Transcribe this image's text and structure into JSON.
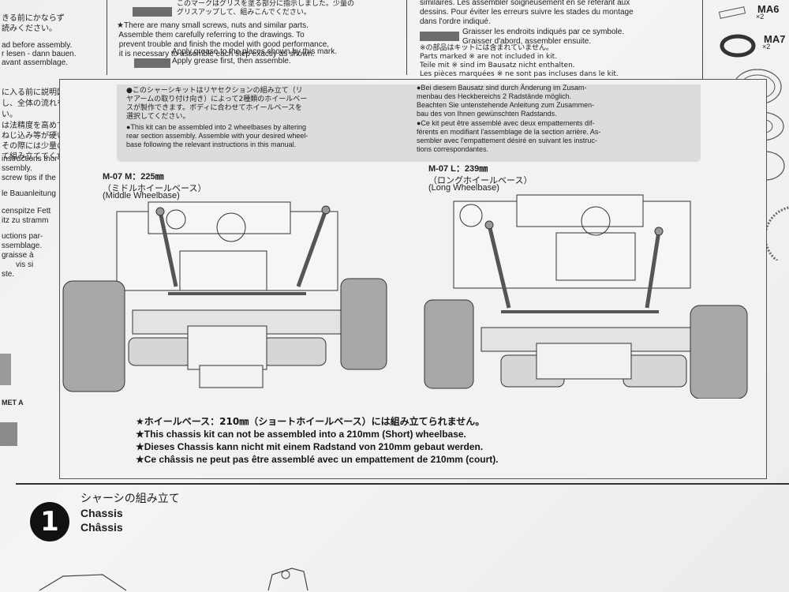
{
  "top_left_fragments": [
    "きる前にかならず",
    "読みください。",
    "ad before assembly.",
    "r lesen - dann bauen.",
    "avant assemblage."
  ],
  "top_mid": {
    "jp_grease": "このマークはグリスを塗る部分に指示しました。少量の\nグリスアップして、組みこんでください。",
    "en_text": "★There are many small screws, nuts and similar parts.\n Assemble them carefully referring to the drawings. To\n prevent trouble and finish the model with good performance,\n it is necessary to assemble each step exactly as shown.",
    "grease_en": "Apply grease to the places shown by this mark.",
    "grease_de": "Apply grease first, then assemble."
  },
  "top_right": {
    "fr_text": "similaires. Les assembler soigneusement en se référant aux\ndessins. Pour éviter les erreurs suivre les stades du montage\ndans l'ordre indiqué.",
    "grease_fr1": "Graisser les endroits indiqués par ce symbole.",
    "grease_fr2": "Graisser d'abord, assembler ensuite.",
    "not_included": "※の部品はキットには含まれていません。\nParts marked ※ are not included in kit.\nTeile mit ※ sind im Bausatz nicht enthalten.\nLes pièces marquées ※ ne sont pas incluses dans le kit."
  },
  "far_right": {
    "part_ma6": "MA6",
    "qty_1": "×2",
    "part_ma7": "MA7",
    "qty_2": "×2"
  },
  "left_column": [
    "に入る前に説明図を",
    "し、全体の流れを",
    "い。",
    "は法精度を高めて",
    "ねじ込み等が硬い場",
    "その際には少量の",
    "て組み立ててくださ",
    "instructions thor-",
    "ssembly.",
    "screw tips if the",
    "le Bauanleitung",
    "censpitze Fett",
    "itz zu stramm",
    "uctions par-",
    "ssemblage.",
    "graisse à",
    "vis si",
    "ste."
  ],
  "left_label": "MET A",
  "banner": {
    "jp": "●このシャーシキットはリヤセクションの組み立て（リ\nヤアームの取り付け向き）によって2種類のホイールベー\nスが製作できます。ボディに合わせてホイールベースを\n選択してください。",
    "en": "●This kit can be assembled into 2 wheelbases by altering\nrear section assembly. Assemble with your desired wheel-\nbase following the relevant instructions in this manual.",
    "de": "●Bei diesem Bausatz sind durch Änderung im Zusam-\nmenbau des Heckbereichs 2 Radstände möglich.\nBeachten Sie untenstehende Anleitung zum Zusammen-\nbau des von Ihnen gewünschten Radstands.",
    "fr": "●Ce kit peut être assemblé avec deux empattements dif-\nférents en modifiant l'assemblage de la section arrière. As-\nsembler avec l'empattement désiré en suivant les instruc-\ntions correspondantes."
  },
  "wheelbase_m": {
    "title": "M-07 M：225㎜",
    "jp": "（ミドルホイールベース）",
    "en": "(Middle Wheelbase)"
  },
  "wheelbase_l": {
    "title": "M-07 L：239㎜",
    "jp": "（ロングホイールベース）",
    "en": "(Long Wheelbase)"
  },
  "notice": {
    "jp": "★ホイールベース：210㎜（ショートホイールベース）には組み立てられません。",
    "en": "★This chassis kit can not be assembled into a 210mm (Short) wheelbase.",
    "de": "★Dieses Chassis kann nicht mit einem Radstand von 210mm gebaut werden.",
    "fr": "★Ce châssis ne peut pas être assemblé avec un empattement de 210mm (court)."
  },
  "step": {
    "number": "1",
    "jp": "シャーシの組み立て",
    "en": "Chassis",
    "fr": "Châssis"
  }
}
